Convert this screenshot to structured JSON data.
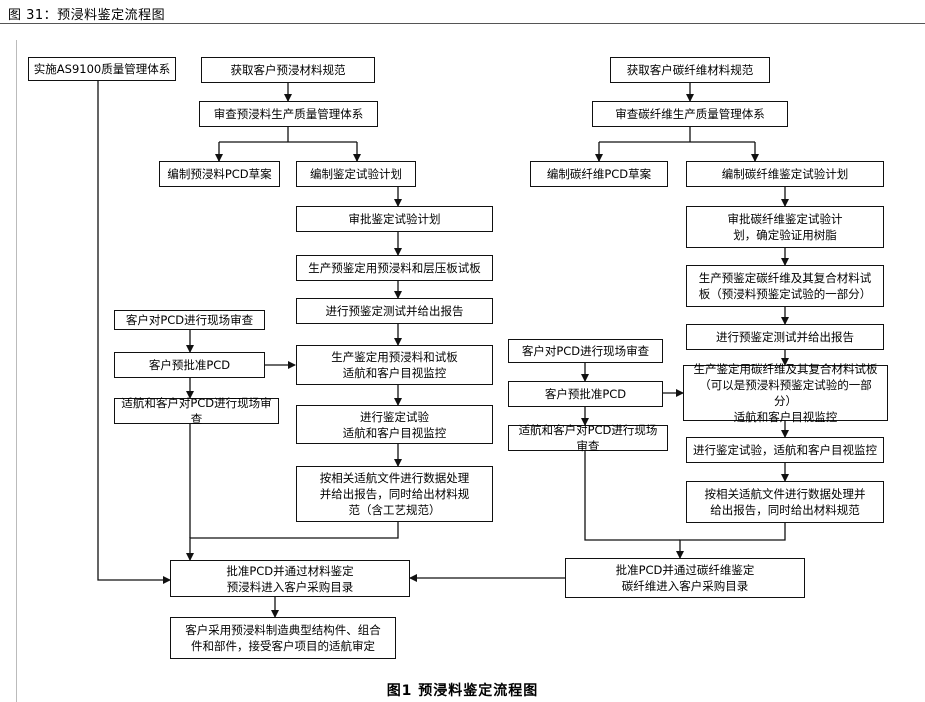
{
  "header": {
    "title": "图 31：预浸料鉴定流程图"
  },
  "caption": "图1    预浸料鉴定流程图",
  "nodes": {
    "as9100": "实施AS9100质量管理体系",
    "get_prepreg_spec": "获取客户预浸材料规范",
    "review_prepreg_qms": "审查预浸料生产质量管理体系",
    "prepreg_pcd_draft": "编制预浸料PCD草案",
    "prepreg_test_plan": "编制鉴定试验计划",
    "approve_test_plan": "审批鉴定试验计划",
    "produce_pre_panels": "生产预鉴定用预浸料和层压板试板",
    "pre_test_report": "进行预鉴定测试并给出报告",
    "produce_qual_prepreg": "生产鉴定用预浸料和试板\n适航和客户目视监控",
    "qual_test": "进行鉴定试验\n适航和客户目视监控",
    "data_process_l": "按相关适航文件进行数据处理\n并给出报告，同时给出材料规\n范（含工艺规范）",
    "audit_l": "客户对PCD进行现场审查",
    "pre_approve_l": "客户预批准PCD",
    "airworthy_audit_l": "适航和客户对PCD进行现场审查",
    "approve_prepreg": "批准PCD并通过材料鉴定\n预浸料进入客户采购目录",
    "customer_use": "客户采用预浸料制造典型结构件、组合\n件和部件，接受客户项目的适航审定",
    "get_cf_spec": "获取客户碳纤维材料规范",
    "review_cf_qms": "审查碳纤维生产质量管理体系",
    "cf_pcd_draft": "编制碳纤维PCD草案",
    "cf_test_plan": "编制碳纤维鉴定试验计划",
    "approve_cf_plan": "审批碳纤维鉴定试验计\n划，确定验证用树脂",
    "produce_pre_cf": "生产预鉴定碳纤维及其复合材料试\n板（预浸料预鉴定试验的一部分）",
    "pre_test_report_r": "进行预鉴定测试并给出报告",
    "produce_qual_cf": "生产鉴定用碳纤维及其复合材料试板\n（可以是预浸料预鉴定试验的一部分）\n适航和客户目视监控",
    "qual_test_r": "进行鉴定试验，适航和客户目视监控",
    "data_process_r": "按相关适航文件进行数据处理并\n给出报告，同时给出材料规范",
    "audit_r": "客户对PCD进行现场审查",
    "pre_approve_r": "客户预批准PCD",
    "airworthy_audit_r": "适航和客户对PCD进行现场审查",
    "approve_cf": "批准PCD并通过碳纤维鉴定\n碳纤维进入客户采购目录"
  }
}
